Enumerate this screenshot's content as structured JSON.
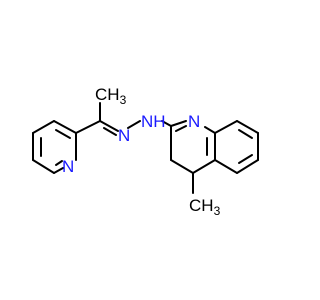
{
  "colors": {
    "bond": "#000000",
    "nitrogen": "#1a1aff",
    "carbon_label": "#000000",
    "background": "#ffffff"
  },
  "labels": {
    "methyl_top": {
      "main": "CH",
      "sub": "3"
    },
    "methyl_bottom": {
      "main": "CH",
      "sub": "3"
    },
    "n_pyridine": "N",
    "n_imine": "N",
    "nh": "NH",
    "n_quinoline": "N"
  }
}
